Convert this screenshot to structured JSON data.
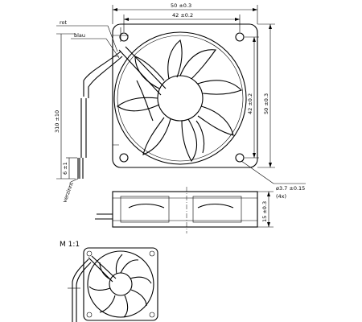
{
  "labels": {
    "top_overall": "50 ±0.3",
    "top_holes": "42 ±0.2",
    "right_holes": "42 ±0.2",
    "right_overall": "50 ±0.3",
    "hole_dia": "ø3.7 ±0.15",
    "hole_count": "(4x)",
    "depth": "15 ±0.3",
    "wire_red": "rot",
    "wire_blue": "blau",
    "lead_length": "310 ±10",
    "strip_length": "6 ±1",
    "tinned": "verzinnt",
    "scale": "M 1:1"
  }
}
